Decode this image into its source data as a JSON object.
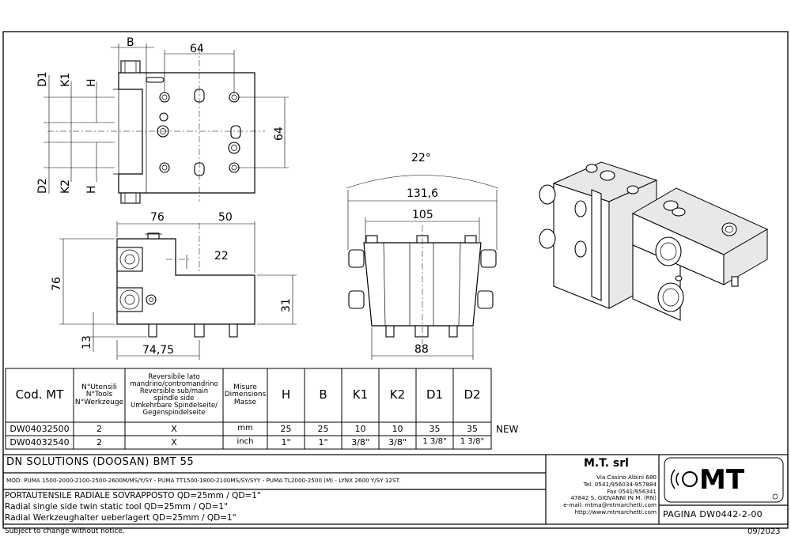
{
  "drawing": {
    "dims_front": {
      "B": "B",
      "w64": "64",
      "D1": "D1",
      "K1": "K1",
      "H1": "H",
      "D2": "D2",
      "K2": "K2",
      "H2": "H",
      "h64": "64"
    },
    "dims_side": {
      "w76": "76",
      "w50": "50",
      "h22": "22",
      "h76": "76",
      "h31": "31",
      "h13": "13",
      "w7475": "74,75"
    },
    "dims_back": {
      "angle": "22°",
      "w1316": "131,6",
      "w105": "105",
      "w88": "88"
    }
  },
  "table": {
    "headers": {
      "code": "Cod. MT",
      "tools": [
        "N°Utensili",
        "N°Tools",
        "N°Werkzeuge"
      ],
      "reversible": [
        "Reversibile lato",
        "mandrino/contromandrino",
        "Reversible sub/main",
        "spindle side",
        "Umkehrbare Spindelseite/",
        "Gegenspindelseite"
      ],
      "dimensions": [
        "Misure",
        "Dimensions",
        "Masse"
      ],
      "H": "H",
      "B": "B",
      "K1": "K1",
      "K2": "K2",
      "D1": "D1",
      "D2": "D2"
    },
    "rows": [
      {
        "code": "DW04032500",
        "tools": "2",
        "rev": "X",
        "unit": "mm",
        "H": "25",
        "B": "25",
        "K1": "10",
        "K2": "10",
        "D1": "35",
        "D2": "35"
      },
      {
        "code": "DW04032540",
        "tools": "2",
        "rev": "X",
        "unit": "inch",
        "H": "1\"",
        "B": "1\"",
        "K1": "3/8\"",
        "K2": "3/8\"",
        "D1": "1 3/8\"",
        "D2": "1 3/8\""
      }
    ],
    "new_label": "NEW"
  },
  "title_block": {
    "machine": "DN SOLUTIONS (DOOSAN)   BMT 55",
    "models": "MOD: PUMA 1500-2000-2100-2500-2600M/MS/Y/SY - PUMA TT1500-1800-2100MS/SY/SYY - PUMA TL2000-2500 (M) - LYNX 2600 Y/SY 12ST.",
    "desc_it": "PORTAUTENSILE RADIALE SOVRAPPOSTO QD=25mm / QD=1\"",
    "desc_en": "Radial single side twin static tool QD=25mm / QD=1\"",
    "desc_de": "Radial Werkzeughalter ueberlagert QD=25mm / QD=1\"",
    "company": {
      "name": "M.T. srl",
      "lines": [
        "Via Casino Albini 680",
        "Tel. 0541/956034-957884",
        "Fax 0541/956341",
        "47842 S. GIOVANNI IN M. (RN)",
        "e-mail: mtma@mtmarchetti.com",
        "http://www.mtmarchetti.com"
      ]
    },
    "logo_text": "MT",
    "page": "PAGINA DW0442-2-00",
    "footer_left": "Subject to change without notice.",
    "footer_right": "09/2023"
  }
}
